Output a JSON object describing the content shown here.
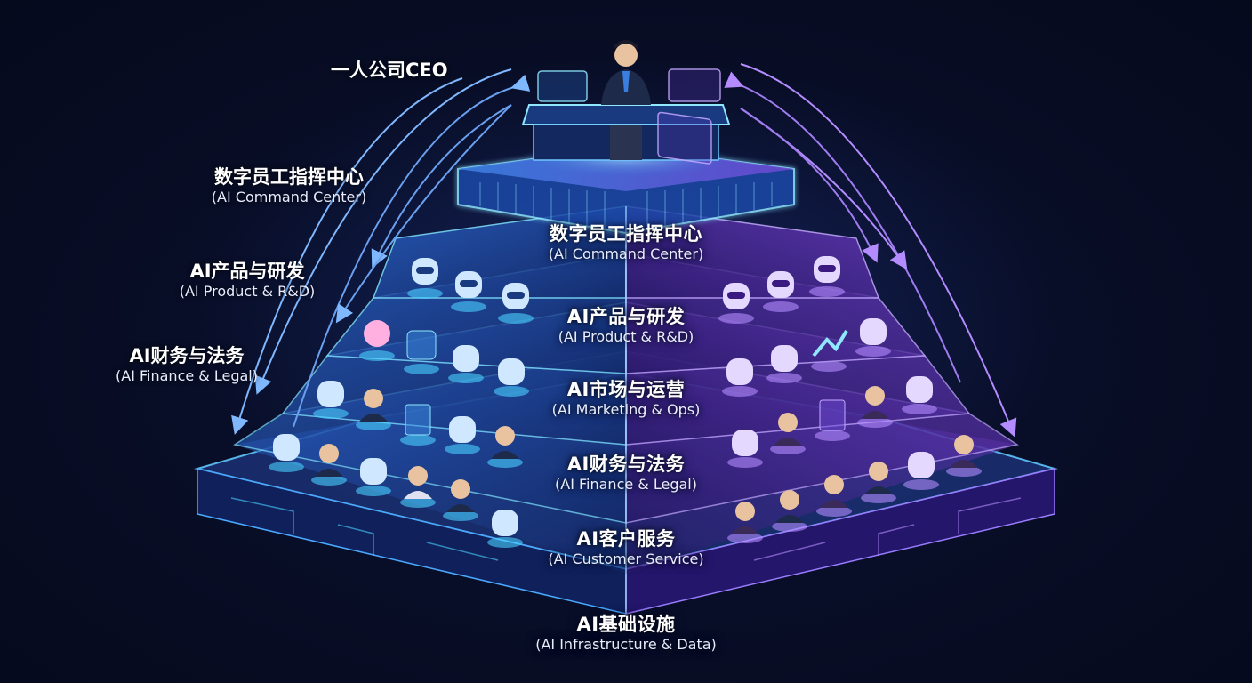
{
  "ceo_label": "一人公司CEO",
  "tiers": [
    {
      "zh": "数字员工指挥中心",
      "en": "(AI Command Center)"
    },
    {
      "zh": "AI产品与研发",
      "en": "(AI Product & R&D)"
    },
    {
      "zh": "AI市场与运营",
      "en": "(AI Marketing & Ops)"
    },
    {
      "zh": "AI财务与法务",
      "en": "(AI Finance & Legal)"
    },
    {
      "zh": "AI客户服务",
      "en": "(AI Customer Service)"
    },
    {
      "zh": "AI基础设施",
      "en": "(AI Infrastructure & Data)"
    }
  ],
  "side_labels": [
    {
      "zh": "数字员工指挥中心",
      "en": "(AI Command Center)"
    },
    {
      "zh": "AI产品与研发",
      "en": "(AI Product & R&D)"
    },
    {
      "zh": "AI财务与法务",
      "en": "(AI Finance & Legal)"
    }
  ],
  "colors": {
    "background": "#060b1f",
    "left_face": "#1d3f8f",
    "right_face": "#4a2a9a",
    "edge_glow": "#7fe3ff",
    "accent_purple": "#b48cff"
  },
  "icons": [
    "ceo-figure-icon",
    "robot-icon",
    "agent-avatar-icon",
    "document-icon",
    "chart-icon",
    "headset-icon"
  ]
}
